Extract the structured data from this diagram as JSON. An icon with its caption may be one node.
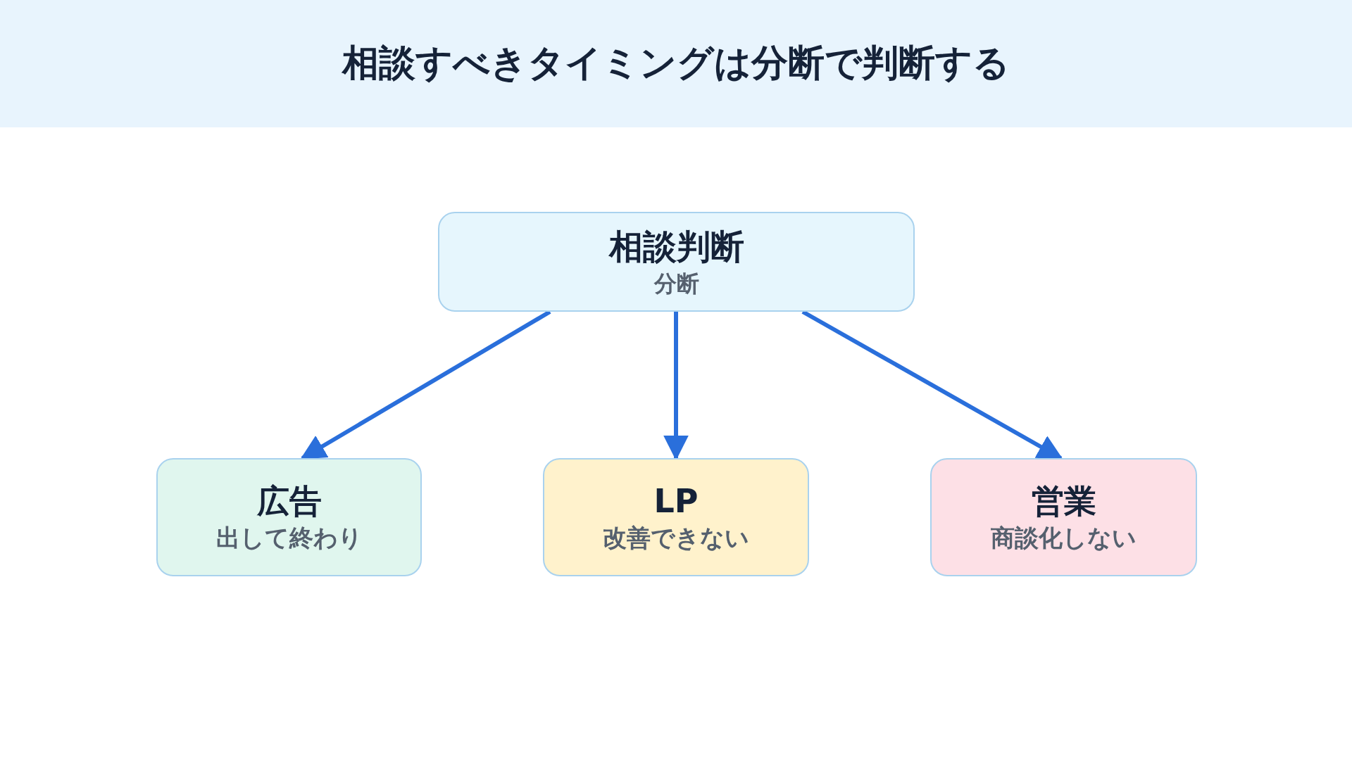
{
  "diagram": {
    "title": "相談すべきタイミングは分断で判断する",
    "nodes": [
      {
        "text": [
          "相談判断",
          "分断"
        ]
      },
      {
        "text": [
          "広告",
          "出して終わり"
        ]
      },
      {
        "text": [
          "LP",
          "改善できない"
        ]
      },
      {
        "text": [
          "営業",
          "商談化しない"
        ]
      }
    ],
    "edges": [
      {
        "from": 0,
        "to": 1,
        "arrow": "to"
      },
      {
        "from": 0,
        "to": 2,
        "arrow": "to"
      },
      {
        "from": 0,
        "to": 3,
        "arrow": "to"
      }
    ]
  }
}
